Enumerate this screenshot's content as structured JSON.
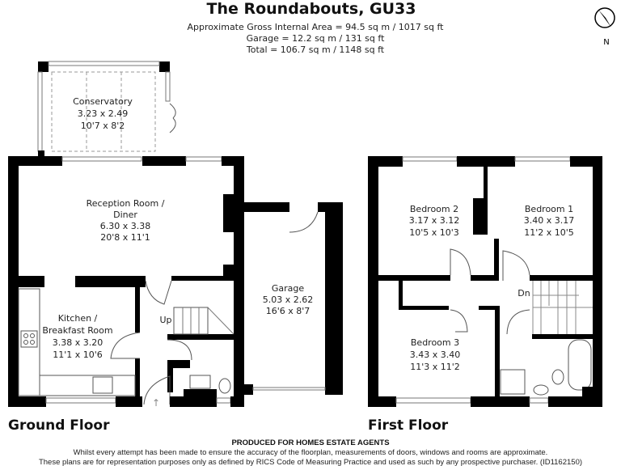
{
  "header": {
    "title": "The Roundabouts, GU33",
    "gross_area": "Approximate Gross Internal Area = 94.5 sq m / 1017 sq ft",
    "garage_area": "Garage = 12.2 sq m / 131 sq ft",
    "total_area": "Total = 106.7 sq m / 1148 sq ft"
  },
  "compass": {
    "label": "N",
    "icon": "north-arrow-icon"
  },
  "ground_floor": {
    "label": "Ground Floor",
    "rooms": [
      {
        "name1": "Conservatory",
        "name2": "",
        "metric": "3.23 x 2.49",
        "imperial": "10'7 x 8'2"
      },
      {
        "name1": "Reception Room /",
        "name2": "Diner",
        "metric": "6.30 x 3.38",
        "imperial": "20'8 x 11'1"
      },
      {
        "name1": "Kitchen /",
        "name2": "Breakfast Room",
        "metric": "3.38 x 3.20",
        "imperial": "11'1 x 10'6"
      },
      {
        "name1": "Garage",
        "name2": "",
        "metric": "5.03 x 2.62",
        "imperial": "16'6 x 8'7"
      }
    ],
    "stairs_label": "Up"
  },
  "first_floor": {
    "label": "First Floor",
    "rooms": [
      {
        "name1": "Bedroom 2",
        "metric": "3.17 x 3.12",
        "imperial": "10'5 x 10'3"
      },
      {
        "name1": "Bedroom 1",
        "metric": "3.40 x 3.17",
        "imperial": "11'2 x 10'5"
      },
      {
        "name1": "Bedroom 3",
        "metric": "3.43 x 3.40",
        "imperial": "11'3 x 11'2"
      }
    ],
    "stairs_label": "Dn"
  },
  "footer": {
    "produced_by": "PRODUCED FOR HOMES ESTATE AGENTS",
    "disclaimer1": "Whilst every attempt has been made to ensure the accuracy of the floorplan, measurements of doors, windows and rooms are approximate.",
    "disclaimer2": "These plans are for representation purposes only as defined by RICS Code of Measuring Practice and used as such by any prospective purchaser. (ID1162150)"
  }
}
